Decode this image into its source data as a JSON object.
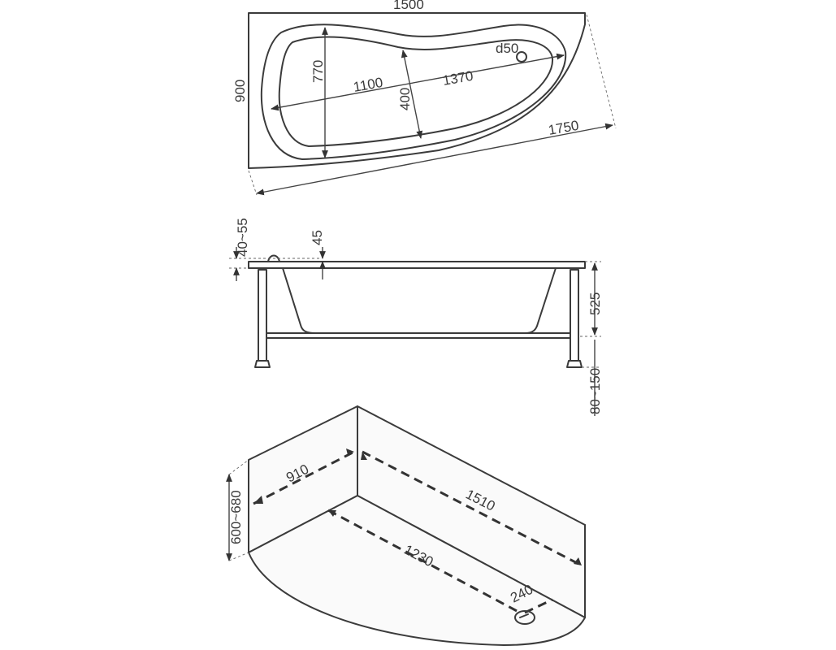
{
  "top_view": {
    "width": "1500",
    "depth": "900",
    "diagonal": "1750",
    "inner_length": "1100",
    "inner_length_2": "1370",
    "inner_width": "770",
    "inner_width_2": "400",
    "drain": "d50"
  },
  "side_view": {
    "rim_gap": "40~55",
    "rim_height": "45",
    "body_height": "525",
    "leg_height": "80~150"
  },
  "panel_view": {
    "side_depth": "910",
    "long_side": "1510",
    "inner_length": "1230",
    "drain_offset": "240",
    "panel_height": "600~680"
  }
}
